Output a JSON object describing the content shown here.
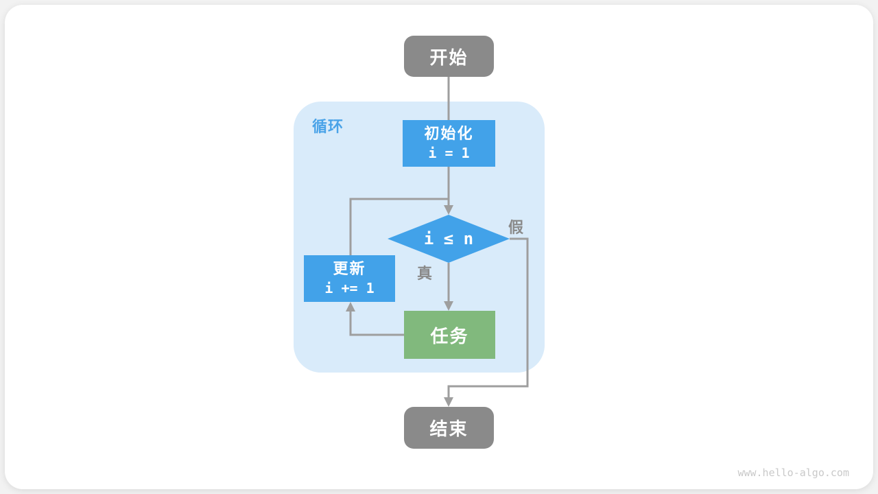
{
  "diagram": {
    "nodes": {
      "start": {
        "label": "开始"
      },
      "init": {
        "label": "初始化",
        "code": "i = 1"
      },
      "condition": {
        "label": "i ≤ n"
      },
      "update": {
        "label": "更新",
        "code": "i += 1"
      },
      "task": {
        "label": "任务"
      },
      "end": {
        "label": "结束"
      }
    },
    "labels": {
      "loop_region": "循环",
      "branch_true": "真",
      "branch_false": "假"
    },
    "watermark": "www.hello-algo.com",
    "colors": {
      "box_gray": "#8A8A8A",
      "box_blue": "#42A2E9",
      "box_green": "#81B97D",
      "container_blue": "#D9EBFA",
      "line_gray": "#9E9E9E",
      "label_gray": "#8A8A8A",
      "loop_label_blue": "#4AA3E8",
      "watermark_gray": "#C9C9C9"
    }
  }
}
